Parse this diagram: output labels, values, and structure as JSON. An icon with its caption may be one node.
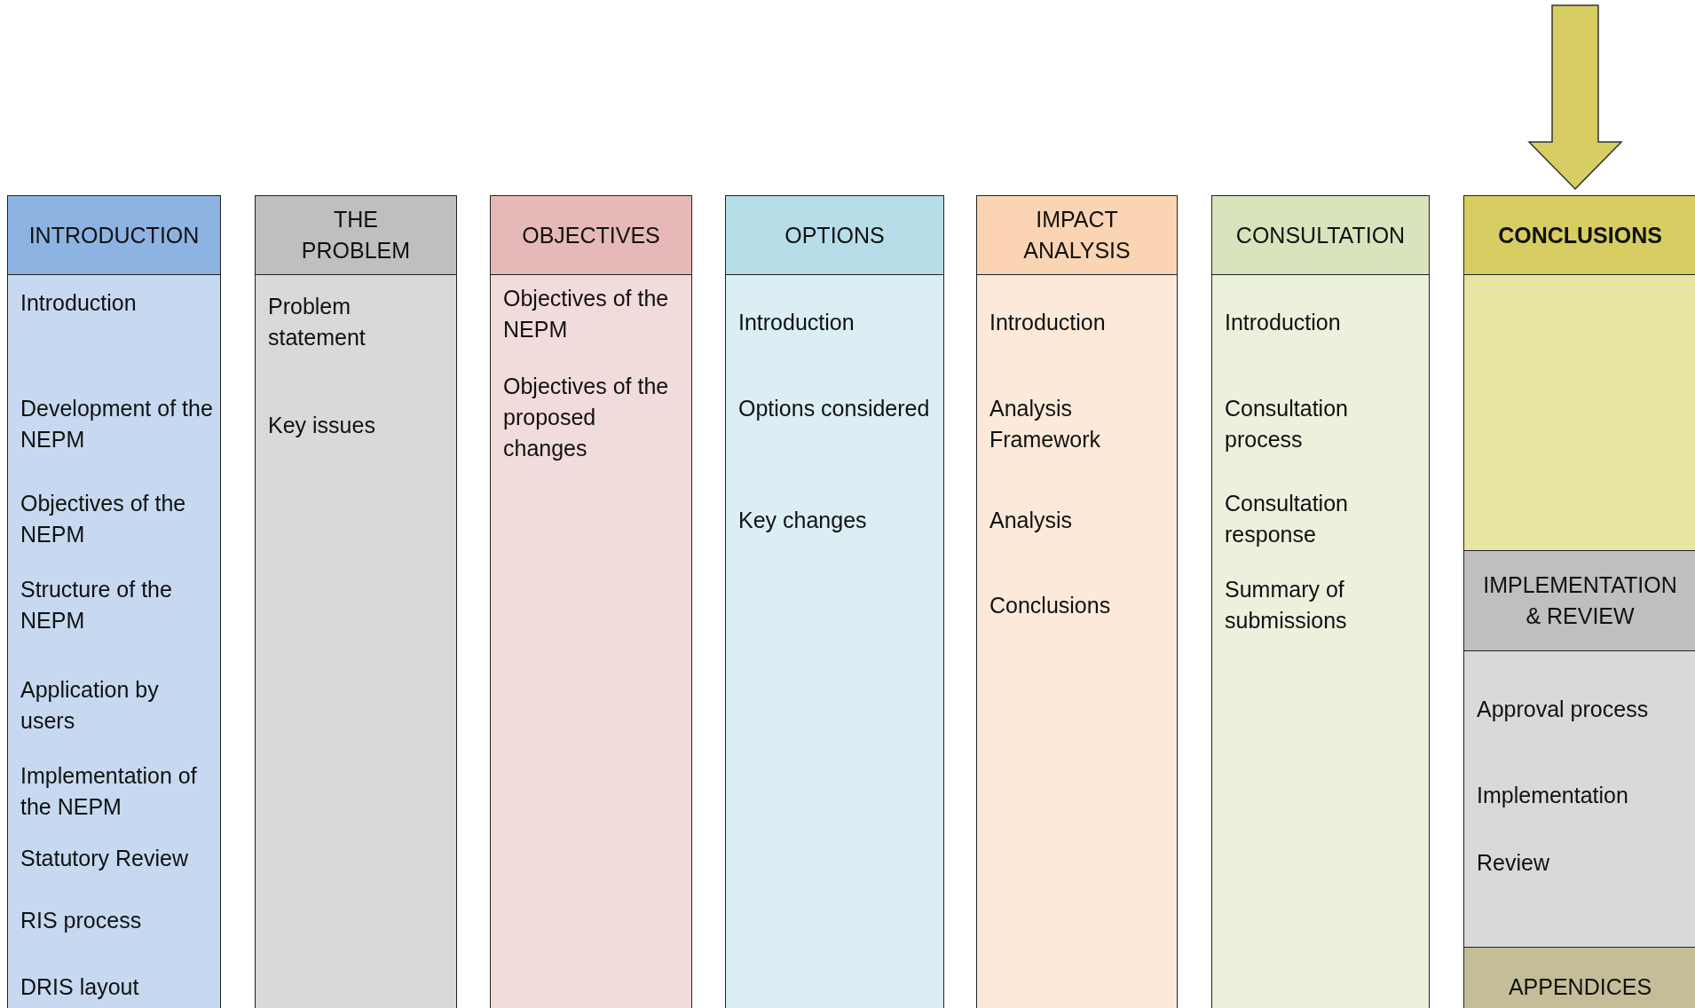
{
  "diagram": {
    "nodes": [
      {
        "text": [
          "INTRODUCTION"
        ]
      },
      {
        "text": [
          "Introduction",
          "Development of the NEPM",
          "Objectives of the NEPM",
          "Structure of the NEPM",
          "Application by users",
          "Implementation of the NEPM",
          "Statutory Review",
          "RIS process",
          "DRIS layout"
        ]
      },
      {
        "text": [
          "THE PROBLEM"
        ]
      },
      {
        "text": [
          "Problem statement",
          "Key issues"
        ]
      },
      {
        "text": [
          "OBJECTIVES"
        ]
      },
      {
        "text": [
          "Objectives of the NEPM",
          "Objectives of the proposed changes"
        ]
      },
      {
        "text": [
          "OPTIONS"
        ]
      },
      {
        "text": [
          "Introduction",
          "Options considered",
          "Key changes"
        ]
      },
      {
        "text": [
          "IMPACT ANALYSIS"
        ]
      },
      {
        "text": [
          "Introduction",
          "Analysis Framework",
          "Analysis",
          "Conclusions"
        ]
      },
      {
        "text": [
          "CONSULTATION"
        ]
      },
      {
        "text": [
          "Introduction",
          "Consultation process",
          "Consultation response",
          "Summary of submissions"
        ]
      },
      {
        "text": [
          "CONCLUSIONS"
        ]
      },
      {
        "text": [],
        "shape": "box"
      },
      {
        "text": [
          "IMPLEMENTATION & REVIEW"
        ]
      },
      {
        "text": [
          "Approval process",
          "Implementation",
          "Review"
        ]
      },
      {
        "text": [
          "APPENDICES"
        ]
      }
    ],
    "edges": [
      {
        "from": null,
        "to": 12,
        "arrow": "to",
        "style": "thick",
        "color": "#d8cd62"
      }
    ]
  }
}
